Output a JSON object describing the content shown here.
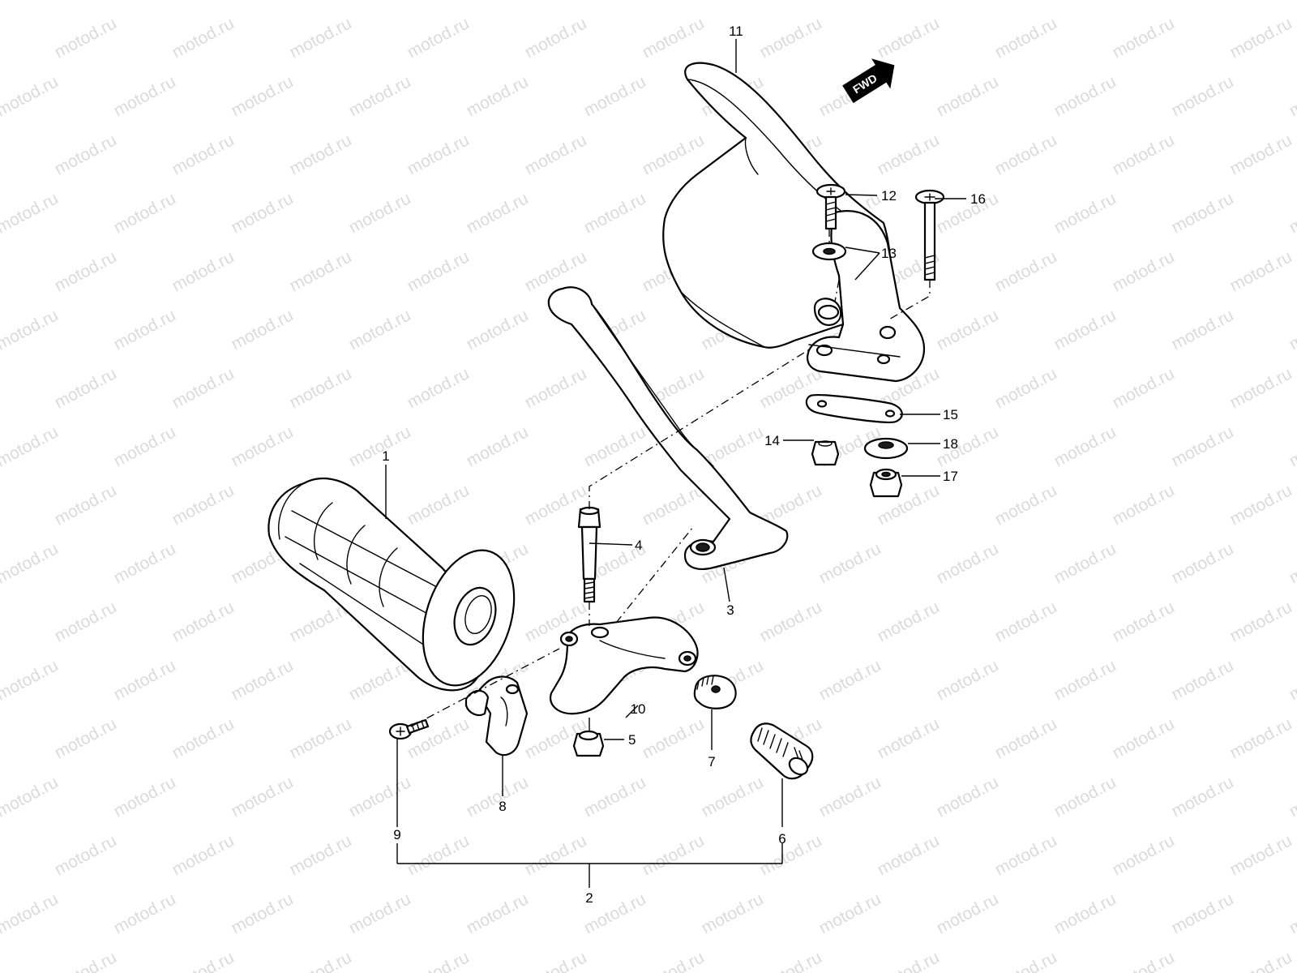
{
  "watermark": "motod.ru",
  "fwd_label": "FWD",
  "callouts": {
    "c1": "1",
    "c2": "2",
    "c3": "3",
    "c4": "4",
    "c5": "5",
    "c6": "6",
    "c7": "7",
    "c8": "8",
    "c9": "9",
    "c10": "10",
    "c11": "11",
    "c12": "12",
    "c13": "13",
    "c14": "14",
    "c15": "15",
    "c16": "16",
    "c17": "17",
    "c18": "18"
  },
  "colors": {
    "line": "#000000",
    "background": "#ffffff",
    "watermark": "#bdbdbd"
  }
}
